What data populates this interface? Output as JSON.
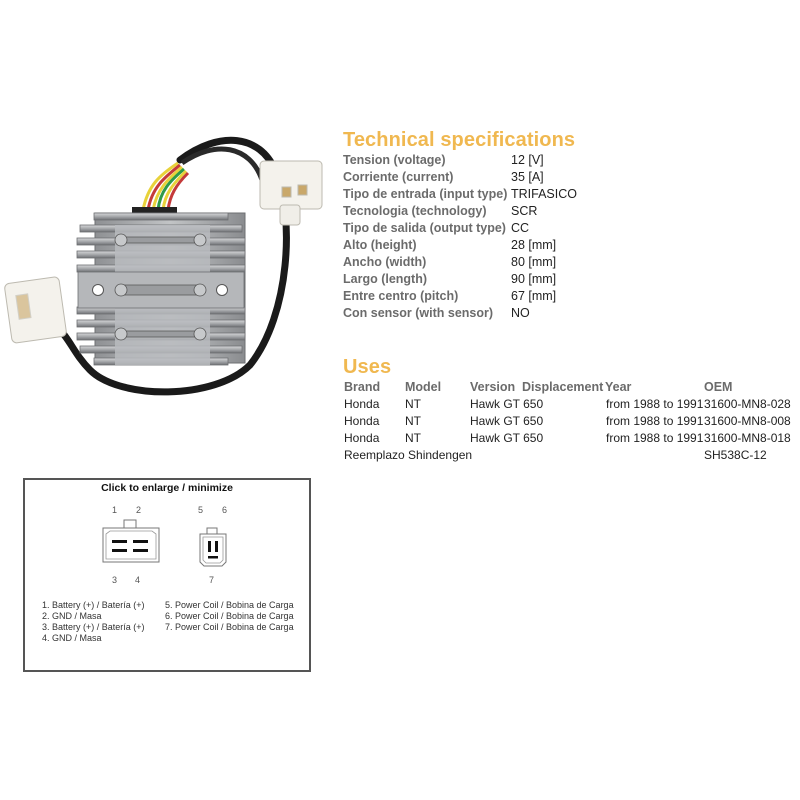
{
  "product_image": {
    "alt": "Voltage regulator rectifier with finned aluminum heatsink, black wiring and two white connectors",
    "colors": {
      "heatsink": "#a9abae",
      "wire": "#1a1a1a",
      "connector": "#f2f0ea"
    }
  },
  "specs": {
    "title": "Technical specifications",
    "rows": [
      {
        "label": "Tension (voltage)",
        "value": "12 [V]"
      },
      {
        "label": "Corriente (current)",
        "value": "35 [A]"
      },
      {
        "label": "Tipo de entrada (input type)",
        "value": "TRIFASICO"
      },
      {
        "label": "Tecnologia (technology)",
        "value": "SCR"
      },
      {
        "label": "Tipo de salida (output type)",
        "value": "CC"
      },
      {
        "label": "Alto (height)",
        "value": "28 [mm]"
      },
      {
        "label": "Ancho (width)",
        "value": "80 [mm]"
      },
      {
        "label": "Largo (length)",
        "value": "90 [mm]"
      },
      {
        "label": "Entre centro (pitch)",
        "value": "67 [mm]"
      },
      {
        "label": "Con sensor (with sensor)",
        "value": "NO"
      }
    ]
  },
  "uses": {
    "title": "Uses",
    "headers": {
      "brand": "Brand",
      "model": "Model",
      "version": "Version",
      "displacement": "Displacement",
      "year": "Year",
      "oem": "OEM"
    },
    "rows": [
      {
        "brand": "Honda",
        "model": "NT",
        "version": "Hawk GT 650",
        "year": "from 1988 to 1991",
        "oem": "31600-MN8-028"
      },
      {
        "brand": "Honda",
        "model": "NT",
        "version": "Hawk GT 650",
        "year": "from 1988 to 1991",
        "oem": "31600-MN8-008"
      },
      {
        "brand": "Honda",
        "model": "NT",
        "version": "Hawk GT 650",
        "year": "from 1988 to 1991",
        "oem": "31600-MN8-018"
      }
    ],
    "replacement": {
      "label": "Reemplazo Shindengen",
      "value": "SH538C-12"
    }
  },
  "diagram": {
    "title": "Click to enlarge / minimize",
    "pins": {
      "p1": "1",
      "p2": "2",
      "p3": "3",
      "p4": "4",
      "p5": "5",
      "p6": "6",
      "p7": "7"
    },
    "legend_left": [
      "1. Battery (+) / Batería (+)",
      "2. GND / Masa",
      "3. Battery (+) / Batería (+)",
      "4. GND / Masa"
    ],
    "legend_right": [
      "5. Power Coil / Bobina de Carga",
      "6. Power Coil / Bobina de Carga",
      "7. Power Coil / Bobina de Carga"
    ]
  },
  "colors": {
    "heading": "#f0b850",
    "label": "#6b6b6b",
    "text": "#222222",
    "border": "#555555"
  }
}
